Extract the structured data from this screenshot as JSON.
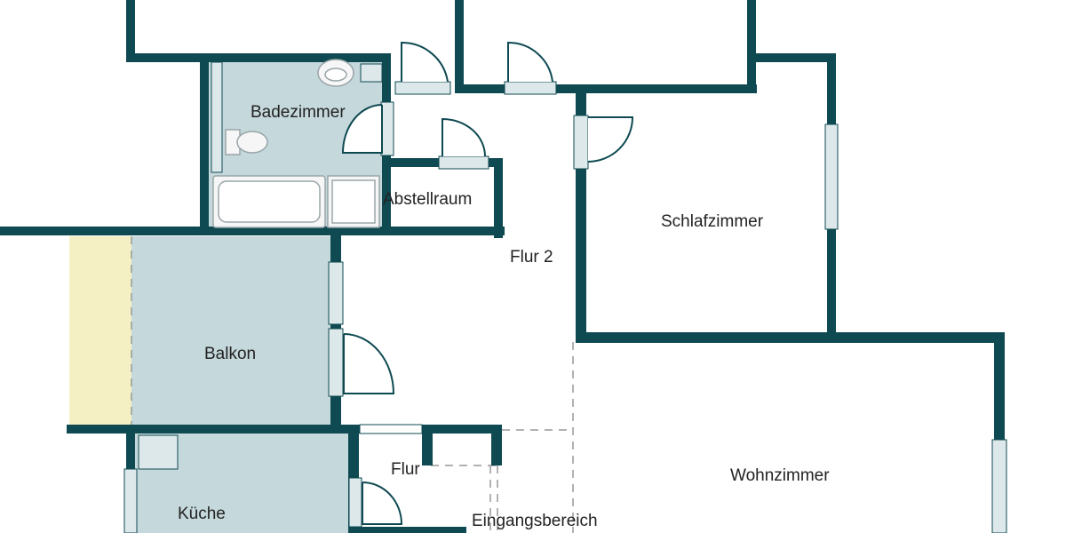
{
  "colors": {
    "wall": "#0f4a52",
    "room_fill": "#c5d8dc",
    "balcony_fill": "#c5d8dc",
    "terrace_fill": "#f5f0c4",
    "floor_white": "#ffffff",
    "window": "#dde8ea",
    "fixture": "#f6f6f6",
    "fixture_stroke": "#9aa5a8",
    "door_arc": "#0f4a52"
  },
  "rooms": {
    "badezimmer": "Badezimmer",
    "abstellraum": "Abstellraum",
    "schlafzimmer": "Schlafzimmer",
    "flur2": "Flur 2",
    "balkon": "Balkon",
    "flur": "Flur",
    "kueche": "Küche",
    "wohnzimmer": "Wohnzimmer",
    "eingangsbereich": "Eingangsbereich"
  }
}
